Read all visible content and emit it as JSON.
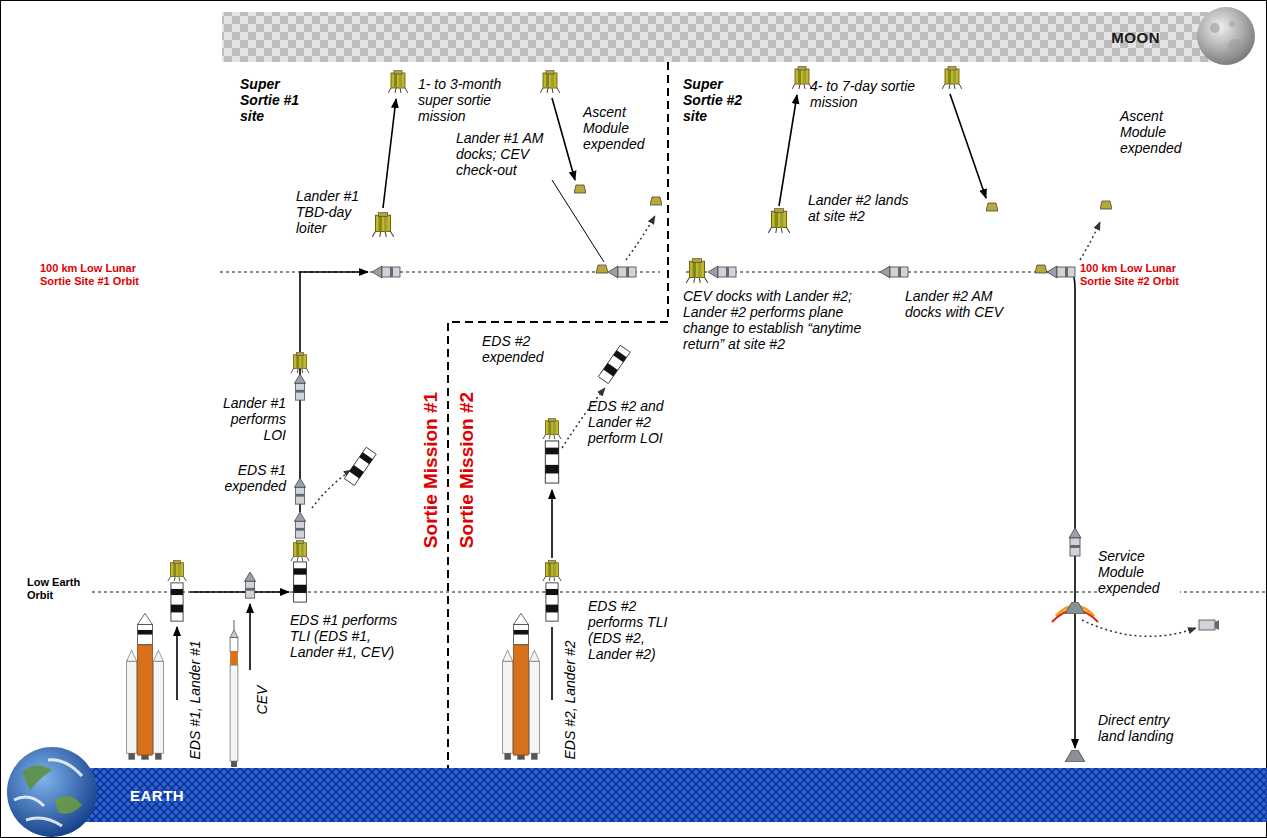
{
  "diagram": {
    "nodes": [
      {
        "text": [
          "MOON"
        ]
      },
      {
        "text": [
          "EARTH"
        ]
      }
    ],
    "labels": [
      "Super Sortie #1 site",
      "1- to 3-month super sortie mission",
      "Super Sortie #2 site",
      "4- to 7-day sortie mission",
      "Ascent Module expended",
      "Lander #1 AM docks; CEV check-out",
      "Ascent Module expended",
      "Lander #1 TBD-day loiter",
      "Lander #2 lands at site #2",
      "100 km Low Lunar Sortie Site #1 Orbit",
      "100 km Low Lunar Sortie Site #2 Orbit",
      "CEV docks with Lander #2; Lander #2 performs plane change to establish “anytime return” at site #2",
      "Lander #2 AM docks with CEV",
      "EDS #2 expended",
      "Lander #1 performs LOI",
      "EDS #2 and Lander #2 perform LOI",
      "EDS #1 expended",
      "Sortie Mission #1",
      "Sortie Mission #2",
      "Low Earth Orbit",
      "EDS #2 performs TLI (EDS #2, Lander #2)",
      "Service Module expended",
      "EDS #1 performs TLI (EDS #1, Lander #1, CEV)",
      "EDS #1, Lander #1",
      "CEV",
      "EDS #2, Lander #2",
      "Direct entry land landing"
    ]
  }
}
